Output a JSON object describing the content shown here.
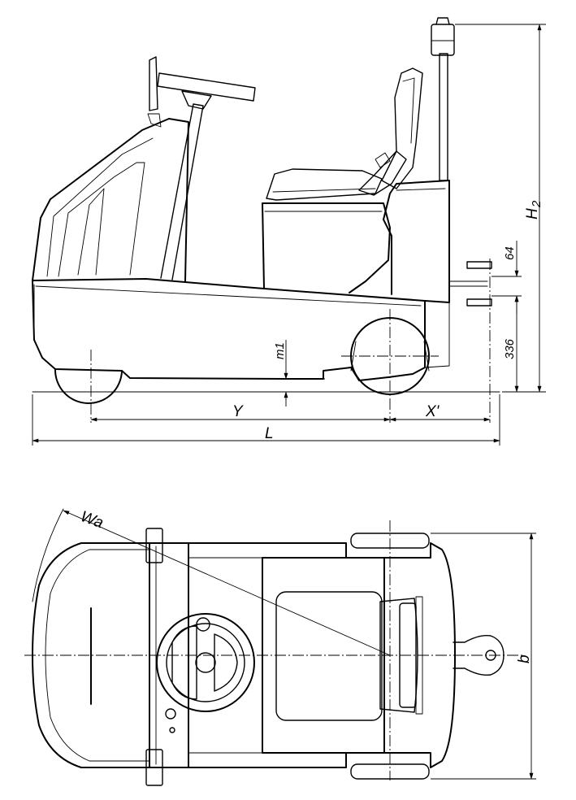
{
  "side_view": {
    "dims": {
      "length": "L",
      "wheelbase": "Y",
      "rear_overhang": "X'",
      "overall_height": "H",
      "overall_height_sub": "2",
      "ground_clearance": "m1",
      "coupling_height": "336",
      "coupling_spacing": "64"
    }
  },
  "top_view": {
    "dims": {
      "width": "b",
      "turning_radius": "Wa"
    }
  }
}
